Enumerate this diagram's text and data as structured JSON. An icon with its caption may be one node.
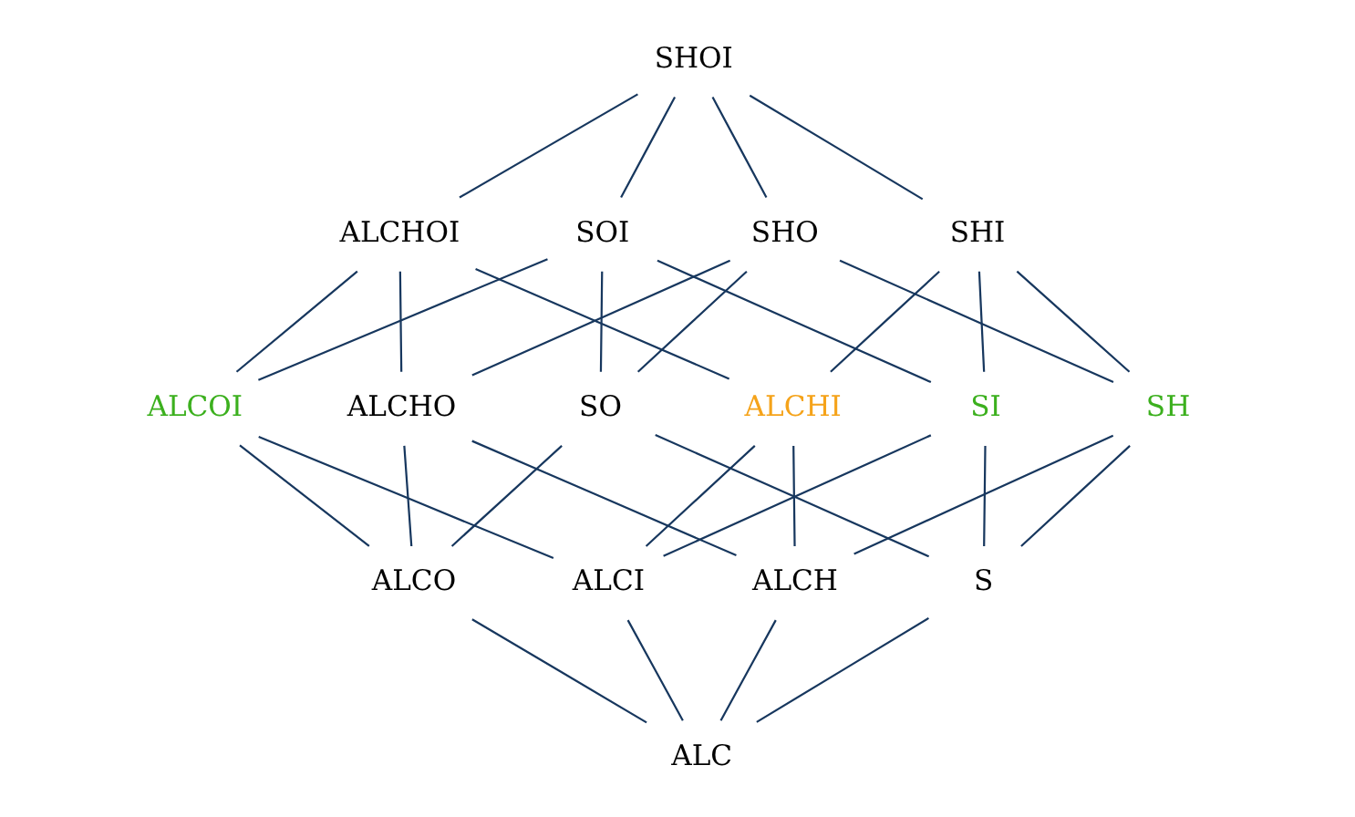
{
  "diagram": {
    "nodes": [
      {
        "text": [
          "SHOI"
        ]
      },
      {
        "text": [
          "ALCHOI"
        ]
      },
      {
        "text": [
          "SOI"
        ]
      },
      {
        "text": [
          "SHO"
        ]
      },
      {
        "text": [
          "SHI"
        ]
      },
      {
        "text": [
          "ALCOI"
        ]
      },
      {
        "text": [
          "ALCHO"
        ]
      },
      {
        "text": [
          "ALCHI"
        ]
      },
      {
        "text": [
          "SO"
        ]
      },
      {
        "text": [
          "SI"
        ]
      },
      {
        "text": [
          "SH"
        ]
      },
      {
        "text": [
          "ALCO"
        ]
      },
      {
        "text": [
          "ALCI"
        ]
      },
      {
        "text": [
          "ALCH"
        ]
      },
      {
        "text": [
          "S"
        ]
      },
      {
        "text": [
          "ALC"
        ]
      }
    ],
    "edges": [
      {
        "from": 0,
        "to": 1,
        "arrow": "none"
      },
      {
        "from": 0,
        "to": 2,
        "arrow": "none"
      },
      {
        "from": 0,
        "to": 3,
        "arrow": "none"
      },
      {
        "from": 0,
        "to": 4,
        "arrow": "none"
      },
      {
        "from": 1,
        "to": 5,
        "arrow": "none"
      },
      {
        "from": 1,
        "to": 6,
        "arrow": "none"
      },
      {
        "from": 1,
        "to": 7,
        "arrow": "none"
      },
      {
        "from": 2,
        "to": 5,
        "arrow": "none"
      },
      {
        "from": 2,
        "to": 8,
        "arrow": "none"
      },
      {
        "from": 2,
        "to": 9,
        "arrow": "none"
      },
      {
        "from": 3,
        "to": 6,
        "arrow": "none"
      },
      {
        "from": 3,
        "to": 8,
        "arrow": "none"
      },
      {
        "from": 3,
        "to": 10,
        "arrow": "none"
      },
      {
        "from": 4,
        "to": 7,
        "arrow": "none"
      },
      {
        "from": 4,
        "to": 9,
        "arrow": "none"
      },
      {
        "from": 4,
        "to": 10,
        "arrow": "none"
      },
      {
        "from": 5,
        "to": 11,
        "arrow": "none"
      },
      {
        "from": 5,
        "to": 12,
        "arrow": "none"
      },
      {
        "from": 6,
        "to": 11,
        "arrow": "none"
      },
      {
        "from": 6,
        "to": 13,
        "arrow": "none"
      },
      {
        "from": 7,
        "to": 12,
        "arrow": "none"
      },
      {
        "from": 7,
        "to": 13,
        "arrow": "none"
      },
      {
        "from": 8,
        "to": 11,
        "arrow": "none"
      },
      {
        "from": 8,
        "to": 14,
        "arrow": "none"
      },
      {
        "from": 9,
        "to": 12,
        "arrow": "none"
      },
      {
        "from": 9,
        "to": 14,
        "arrow": "none"
      },
      {
        "from": 10,
        "to": 13,
        "arrow": "none"
      },
      {
        "from": 10,
        "to": 14,
        "arrow": "none"
      },
      {
        "from": 11,
        "to": 15,
        "arrow": "none"
      },
      {
        "from": 12,
        "to": 15,
        "arrow": "none"
      },
      {
        "from": 13,
        "to": 15,
        "arrow": "none"
      },
      {
        "from": 14,
        "to": 15,
        "arrow": "none"
      }
    ]
  }
}
